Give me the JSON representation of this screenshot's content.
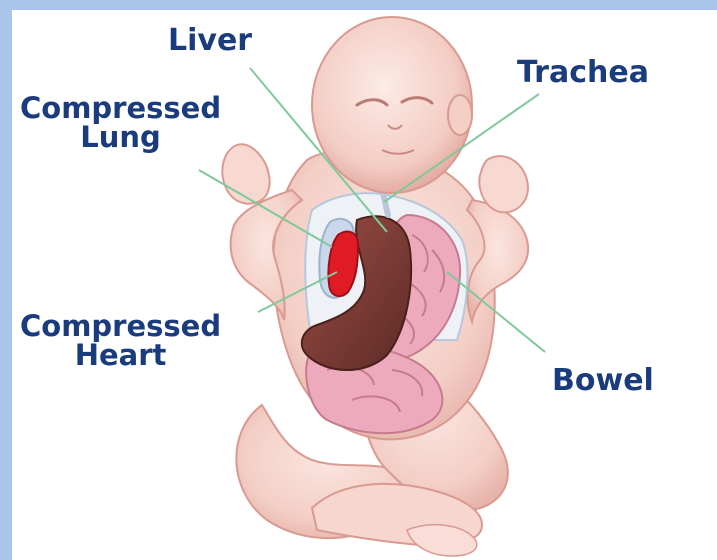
{
  "labels": {
    "liver": "Liver",
    "trachea": "Trachea",
    "lung_line1": "Compressed",
    "lung_line2": "Lung",
    "heart_line1": "Compressed",
    "heart_line2": "Heart",
    "bowel": "Bowel"
  },
  "colors": {
    "label": "#1a3c7c",
    "leader_line": "#7fc99a",
    "frame": "#a9c6ea",
    "skin": "#f6d4cc",
    "liver": "#7a3b34",
    "heart": "#e01b24",
    "bowel": "#e9a3b3"
  }
}
